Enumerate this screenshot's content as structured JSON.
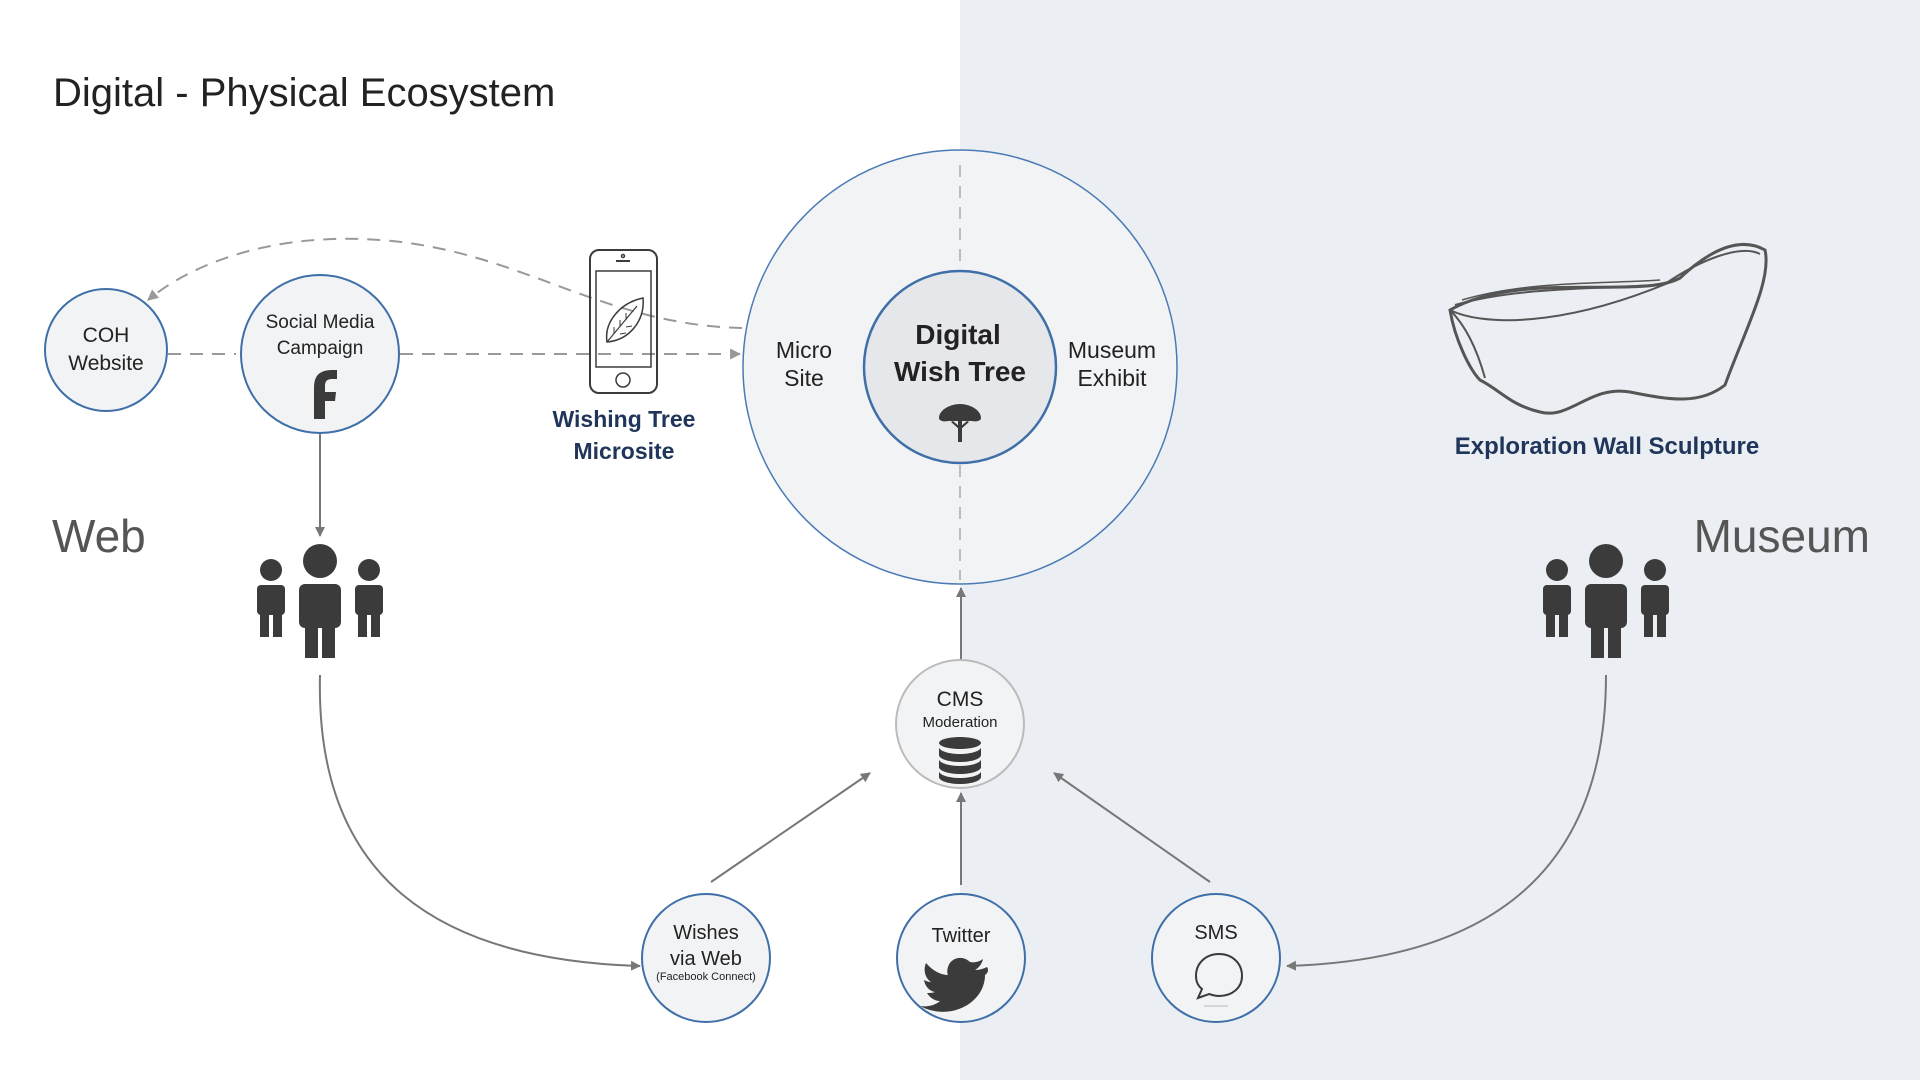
{
  "title": "Digital - Physical Ecosystem",
  "zones": {
    "web": "Web",
    "museum": "Museum"
  },
  "nodes": {
    "coh_website": {
      "line1": "COH",
      "line2": "Website"
    },
    "social_media": {
      "line1": "Social Media",
      "line2": "Campaign",
      "icon": "facebook-icon"
    },
    "wishing_tree": {
      "line1": "Wishing Tree",
      "line2": "Microsite",
      "icon": "smartphone-leaf-icon"
    },
    "hub": {
      "micro_site_line1": "Micro",
      "micro_site_line2": "Site",
      "museum_exhibit_line1": "Museum",
      "museum_exhibit_line2": "Exhibit",
      "center_line1": "Digital",
      "center_line2": "Wish Tree",
      "icon": "tree-icon"
    },
    "sculpture": {
      "label": "Exploration Wall Sculpture",
      "icon": "sculpture-outline-icon"
    },
    "cms": {
      "line1": "CMS",
      "line2": "Moderation",
      "icon": "database-icon"
    },
    "wishes_web": {
      "line1": "Wishes",
      "line2": "via Web",
      "line3": "(Facebook Connect)"
    },
    "twitter": {
      "label": "Twitter",
      "icon": "twitter-bird-icon"
    },
    "sms": {
      "label": "SMS",
      "icon": "speech-bubble-icon"
    }
  },
  "people_icons": [
    "people-group-icon-web",
    "people-group-icon-museum"
  ],
  "colors": {
    "node_border": "#3f6fa8",
    "node_fill": "#f2f3f5",
    "accent_text": "#1f3559",
    "text": "#222222",
    "zone_text": "#555555",
    "icon": "#3b3b3b",
    "arrow": "#777777",
    "dash": "#999999",
    "right_panel": "#ebeff3"
  }
}
